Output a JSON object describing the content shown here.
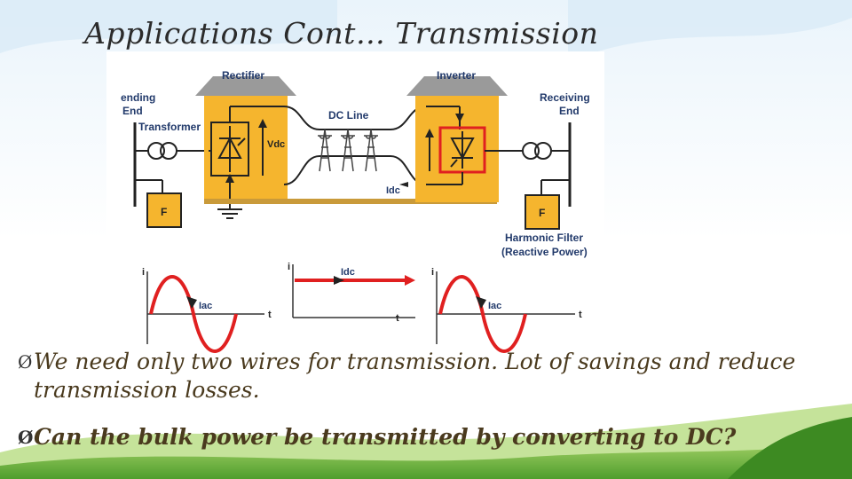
{
  "slide": {
    "title": "Applications Cont… Transmission",
    "bullets": [
      "We need only two wires for transmission. Lot of savings and reduce transmission losses.",
      "Can the bulk power be transmitted by converting to DC?"
    ],
    "bullet_marker": "Ø"
  },
  "diagram": {
    "labels": {
      "sending_end_1": "ending",
      "sending_end_2": "End",
      "transformer": "Transformer",
      "rectifier": "Rectifier",
      "inverter": "Inverter",
      "dc_line": "DC Line",
      "vdc": "Vdc",
      "idc_station": "Idc",
      "receiving_end_1": "Receiving",
      "receiving_end_2": "End",
      "filter_left": "F",
      "filter_right": "F",
      "harmonic_filter_1": "Harmonic Filter",
      "harmonic_filter_2": "(Reactive Power)",
      "wave1_i": "i",
      "wave1_iac": "Iac",
      "wave1_t": "t",
      "wave2_i": "i",
      "wave2_idc": "Idc",
      "wave2_t": "t",
      "wave3_i": "i",
      "wave3_iac": "Iac",
      "wave3_t": "t"
    },
    "colors": {
      "station": "#f5b52e",
      "roof": "#9a9a9a",
      "wave": "#e02020",
      "filter_box": "#f5b52e",
      "highlight": "#e02020"
    }
  }
}
